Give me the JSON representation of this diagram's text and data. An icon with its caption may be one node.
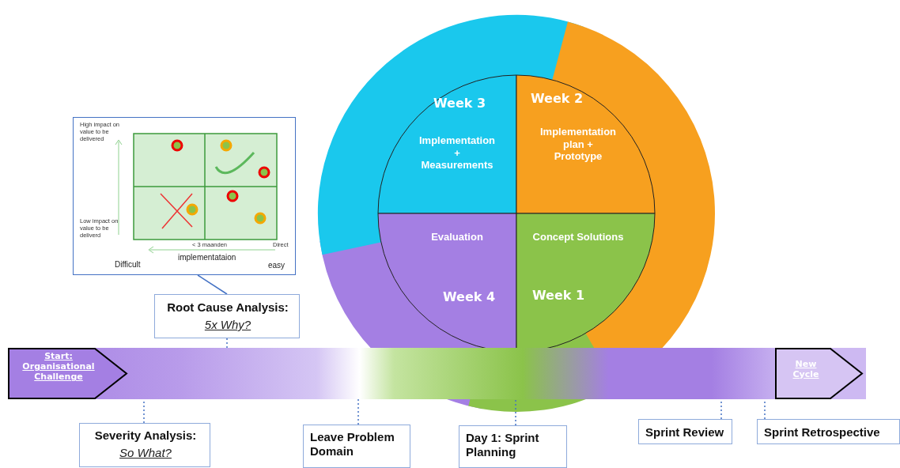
{
  "diagram": {
    "nodes": [
      {
        "text": [
          "High impact on value to be delivered",
          "Low impact on value to be deliverd",
          "< 3 maanden",
          "Direct",
          "Difficult",
          "implementataion",
          "easy"
        ]
      },
      {
        "text": [
          "Week 3",
          "Implementation + Measurements"
        ]
      },
      {
        "text": [
          "Week 2",
          "Implementation plan + Prototype"
        ]
      },
      {
        "text": [
          "Evaluation",
          "Week 4"
        ]
      },
      {
        "text": [
          "Concept Solutions",
          "Week 1"
        ]
      },
      {
        "text": [
          "Root Cause Analysis:",
          "5x Why?"
        ]
      },
      {
        "text": [],
        "shape": "bar"
      },
      {
        "text": [
          "Start: Organisational Challenge"
        ],
        "in": 6
      },
      {
        "text": [
          "New Cycle"
        ],
        "in": 6
      },
      {
        "text": [
          "Severity Analysis:",
          "So What?"
        ]
      },
      {
        "text": [
          "Leave Problem Domain"
        ]
      },
      {
        "text": [
          "Day 1: Sprint Planning"
        ]
      },
      {
        "text": [
          "Sprint Review"
        ]
      },
      {
        "text": [
          "Sprint Retrospective"
        ]
      }
    ],
    "edges": [
      {
        "from": 5,
        "to": 0,
        "arrow": "none"
      },
      {
        "from": 5,
        "to": 6,
        "arrow": "none",
        "style": "dashed"
      },
      {
        "from": 9,
        "to": 6,
        "arrow": "none",
        "style": "dashed"
      },
      {
        "from": 10,
        "to": 6,
        "arrow": "none",
        "style": "dashed"
      },
      {
        "from": 11,
        "to": 6,
        "arrow": "none",
        "style": "dashed"
      },
      {
        "from": 12,
        "to": 6,
        "arrow": "none",
        "style": "dashed"
      },
      {
        "from": 13,
        "to": 6,
        "arrow": "none",
        "style": "dashed"
      }
    ]
  }
}
